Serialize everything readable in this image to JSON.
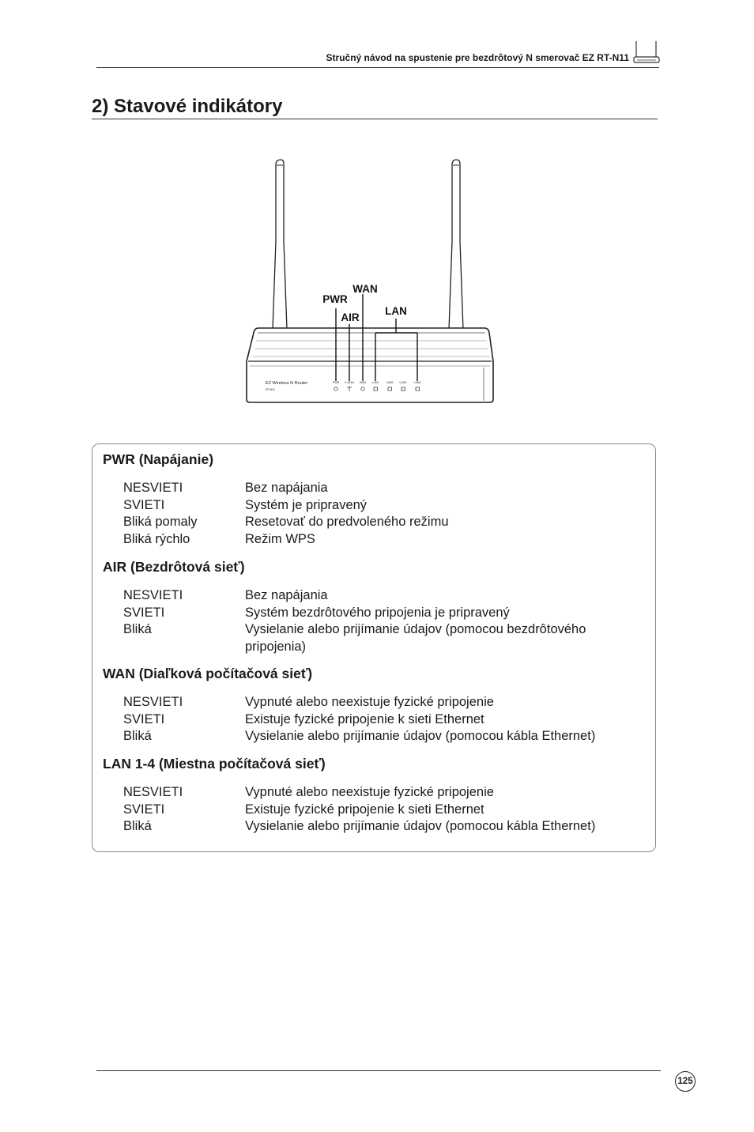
{
  "header": {
    "text": "Stručný návod na spustenie pre bezdrôtový N smerovač EZ RT-N11"
  },
  "title": "2) Stavové indikátory",
  "diagram": {
    "callouts": {
      "pwr": "PWR",
      "wan": "WAN",
      "air": "AIR",
      "lan": "LAN"
    },
    "router_text": {
      "model": "EZ Wireless N Router",
      "sub": "RT-N11"
    },
    "led_labels": [
      "PWR",
      "2.4GHz",
      "WAN",
      "LAN1",
      "LAN2",
      "LAN3",
      "LAN4"
    ]
  },
  "sections": [
    {
      "heading": "PWR (Napájanie)",
      "rows": [
        {
          "state": "NESVIETI",
          "desc": "Bez napájania"
        },
        {
          "state": "SVIETI",
          "desc": "Systém je pripravený"
        },
        {
          "state": "Bliká pomaly",
          "desc": "Resetovať do predvoleného režimu"
        },
        {
          "state": "Bliká rýchlo",
          "desc": "Režim WPS"
        }
      ]
    },
    {
      "heading": "AIR (Bezdrôtová sieť)",
      "rows": [
        {
          "state": "NESVIETI",
          "desc": "Bez napájania"
        },
        {
          "state": "SVIETI",
          "desc": "Systém bezdrôtového pripojenia je pripravený"
        },
        {
          "state": "Bliká",
          "desc": "Vysielanie alebo prijímanie údajov (pomocou bezdrôtového pripojenia)"
        }
      ]
    },
    {
      "heading": "WAN (Diaľková počítačová sieť)",
      "rows": [
        {
          "state": "NESVIETI",
          "desc": "Vypnuté alebo neexistuje fyzické pripojenie"
        },
        {
          "state": "SVIETI",
          "desc": "Existuje fyzické pripojenie k sieti Ethernet"
        },
        {
          "state": "Bliká",
          "desc": "Vysielanie alebo prijímanie údajov (pomocou kábla Ethernet)"
        }
      ]
    },
    {
      "heading": "LAN 1-4 (Miestna počítačová sieť)",
      "rows": [
        {
          "state": "NESVIETI",
          "desc": "Vypnuté alebo neexistuje fyzické pripojenie"
        },
        {
          "state": "SVIETI",
          "desc": "Existuje fyzické pripojenie k sieti Ethernet"
        },
        {
          "state": "Bliká",
          "desc": "Vysielanie alebo prijímanie údajov (pomocou kábla Ethernet)"
        }
      ]
    }
  ],
  "page_number": "125"
}
